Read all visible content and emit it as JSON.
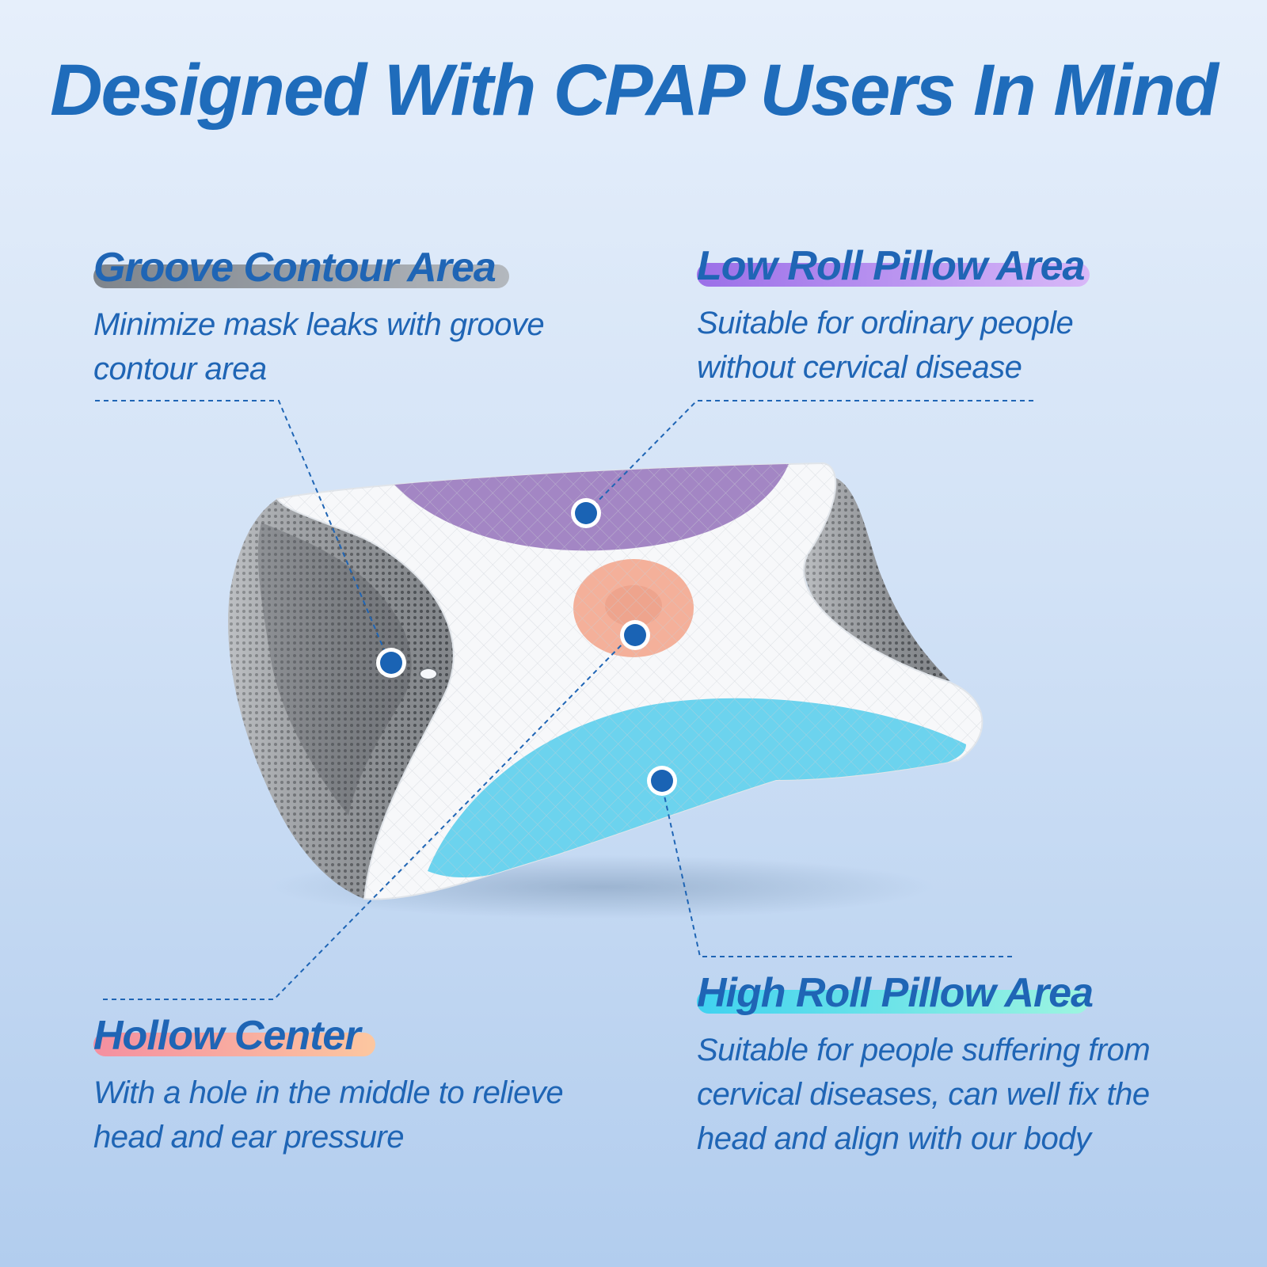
{
  "title": "Designed With CPAP Users In Mind",
  "callouts": {
    "groove": {
      "heading": "Groove Contour Area",
      "line1": "Minimize mask leaks with groove",
      "line2": "contour area",
      "highlight_color": "#9aa0a8"
    },
    "low_roll": {
      "heading": "Low Roll Pillow Area",
      "line1": "Suitable for ordinary people",
      "line2": "without cervical disease",
      "highlight_color": "#b48ff0"
    },
    "hollow": {
      "heading": "Hollow Center",
      "line1": "With a hole in the middle to relieve",
      "line2": "head and ear pressure",
      "highlight_color": "#f6a8a0"
    },
    "high_roll": {
      "heading": "High Roll Pillow Area",
      "line1": "Suitable for people suffering from",
      "line2": "cervical diseases, can well fix the",
      "line3": "head and align with our body",
      "highlight_color": "#6fe4ee"
    }
  },
  "colors": {
    "text_blue": "#1f65b5",
    "marker_blue": "#1a63b4",
    "zone_purple": "#a386c4",
    "zone_peach": "#f4b09a",
    "zone_cyan": "#6cd3ee",
    "mesh_gray": "#8f9398"
  }
}
